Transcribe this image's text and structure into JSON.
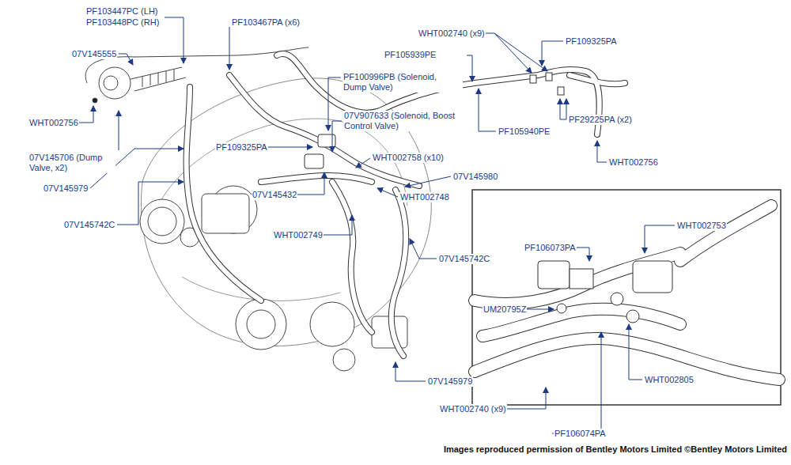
{
  "diagram": {
    "labels": [
      "PF103447PC (LH)",
      "PF103448PC (RH)",
      "PF103467PA (x6)",
      "07V145555",
      "WHT002756",
      "07V145706 (Dump Valve, x2)",
      "07V145979",
      "PF109325PA",
      "PF100996PB (Solenoid, Dump Valve)",
      "07V907633 (Solenoid, Boost Control Valve)",
      "PF105939PE",
      "WHT002740 (x9)",
      "PF109325PA",
      "PF105940PE",
      "PF29225PA (x2)",
      "WHT002756",
      "WHT002758 (x10)",
      "07V145980",
      "07V145432",
      "WHT002748",
      "07V145742C",
      "WHT002749",
      "07V145742C",
      "07V145979",
      "WHT002753",
      "PF106073PA",
      "UM20795Z",
      "WHT002805",
      "WHT002740 (x9)",
      "PF106074PA",
      "Images reproduced permission of Bentley Motors Limited ©Bentley Motors Limited"
    ]
  }
}
